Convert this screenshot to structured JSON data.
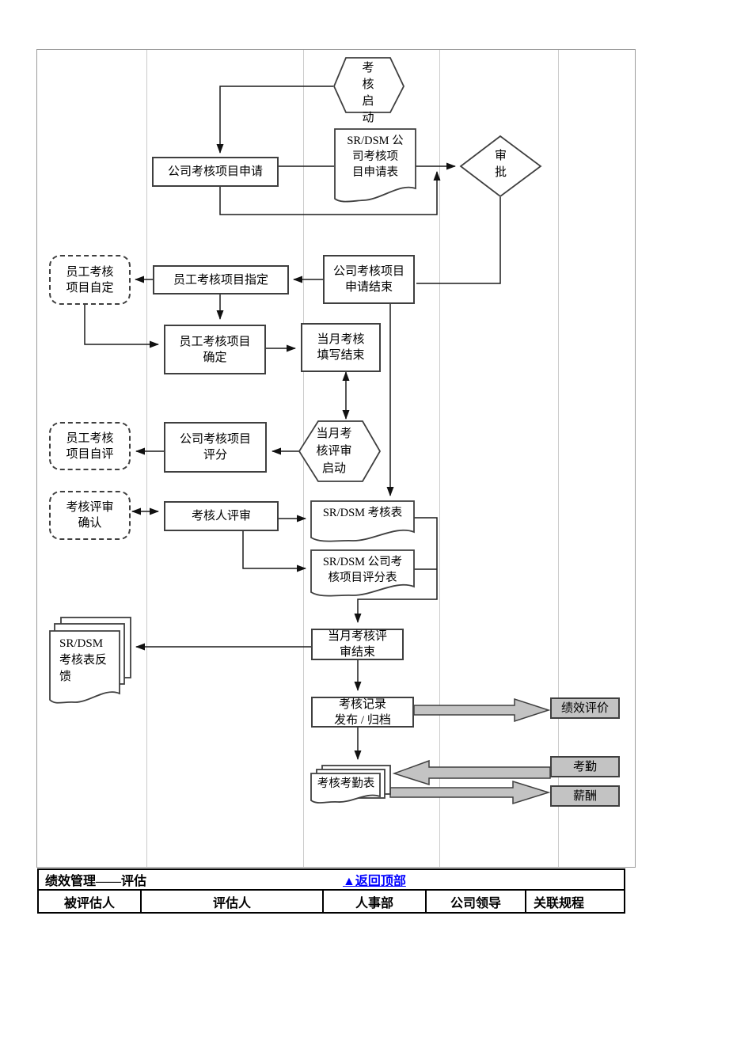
{
  "nodes": {
    "start": "考\n核\n启\n动",
    "apply": "公司考核项目申请",
    "apply_form": "SR/DSM 公\n司考核项\n目申请表",
    "approve": "审\n批",
    "apply_end": "公司考核项目\n申请结束",
    "self_define": "员工考核\n项目自定",
    "assign": "员工考核项目指定",
    "confirm": "员工考核项目\n确定",
    "fill_end": "当月考核\n填写结束",
    "review_start": "当月考\n核评审\n启动",
    "score": "公司考核项目\n评分",
    "self_eval": "员工考核\n项目自评",
    "review_confirm": "考核评审\n确认",
    "reviewer_review": "考核人评审",
    "assess_form": "SR/DSM 考核表",
    "score_form": "SR/DSM 公司考\n核项目评分表",
    "review_end": "当月考核评\n审结束",
    "feedback_form": "SR/DSM\n考核表反\n馈",
    "publish": "考核记录\n发布 / 归档",
    "perf_eval": "绩效评价",
    "attend_form": "考核考勤表",
    "attendance": "考勤",
    "salary": "薪酬"
  },
  "footer": {
    "title": "绩效管理——评估",
    "back_link": "▲返回顶部",
    "columns": [
      "被评估人",
      "评估人",
      "人事部",
      "公司领导",
      "关联规程"
    ]
  },
  "colors": {
    "link_blue": "#0000ff",
    "gray_fill": "#c3c3c3",
    "shape_stroke": "#3f3f3f",
    "lane_line": "#cbcbcb"
  }
}
